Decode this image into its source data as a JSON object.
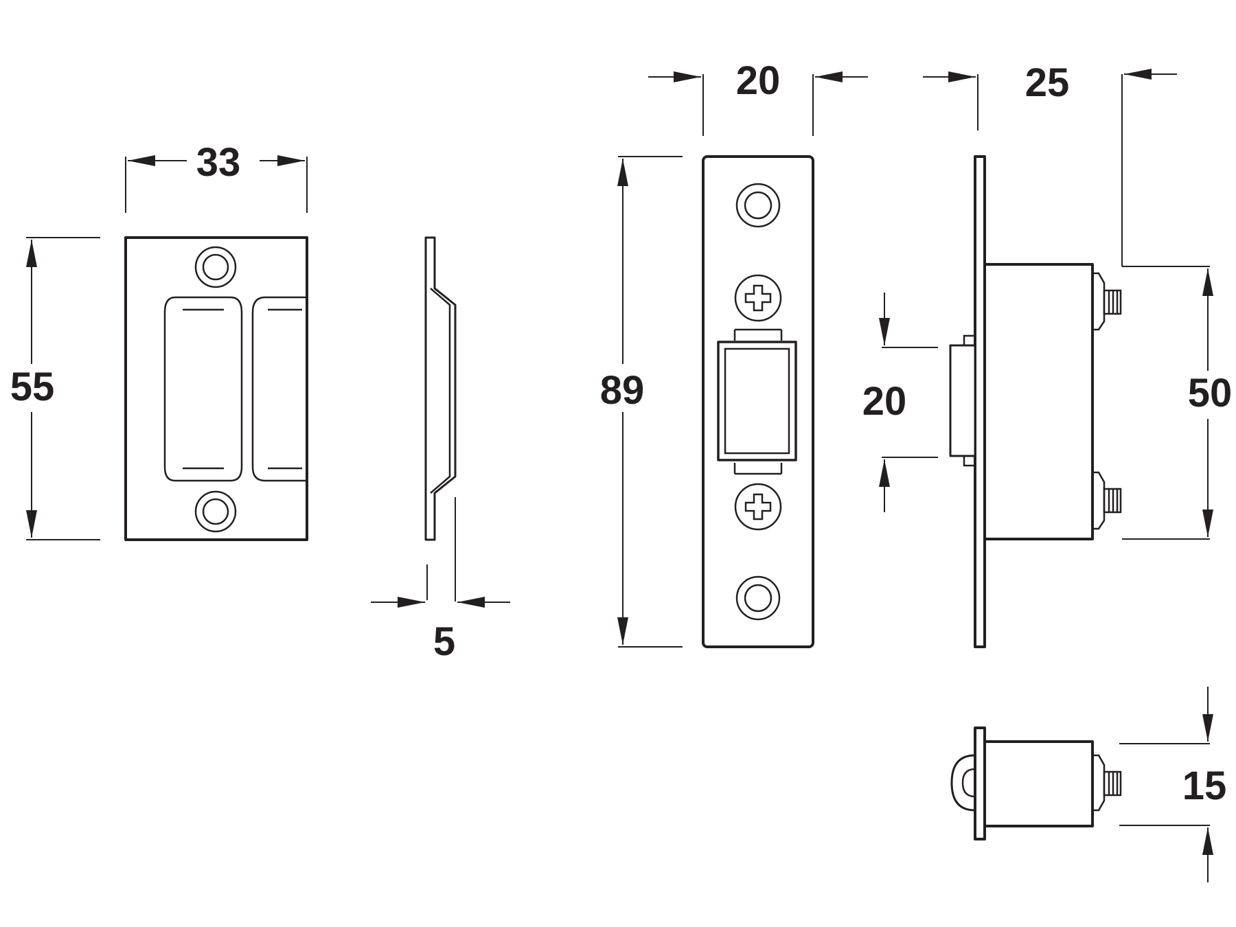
{
  "dimensions": {
    "strike_width": "33",
    "strike_height": "55",
    "strike_depth": "5",
    "faceplate_width": "20",
    "faceplate_height": "89",
    "body_depth": "25",
    "roller_height": "20",
    "body_height": "50",
    "keep_height": "15"
  },
  "colors": {
    "line": "#231f20",
    "background": "#ffffff"
  }
}
